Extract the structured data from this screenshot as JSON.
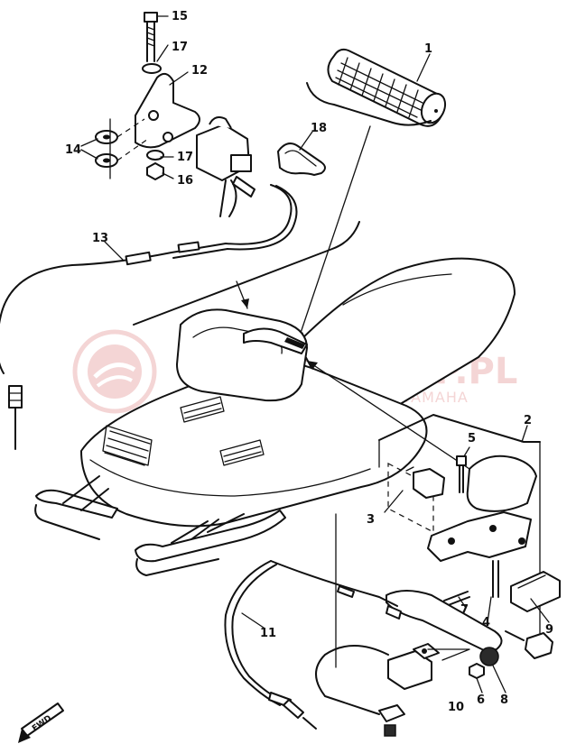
{
  "diagram": {
    "labels": [
      {
        "key": "1",
        "text": "1"
      },
      {
        "key": "2",
        "text": "2"
      },
      {
        "key": "3",
        "text": "3"
      },
      {
        "key": "4",
        "text": "4"
      },
      {
        "key": "5",
        "text": "5"
      },
      {
        "key": "6",
        "text": "6"
      },
      {
        "key": "7",
        "text": "7"
      },
      {
        "key": "8",
        "text": "8"
      },
      {
        "key": "9",
        "text": "9"
      },
      {
        "key": "10",
        "text": "10"
      },
      {
        "key": "11",
        "text": "11"
      },
      {
        "key": "12",
        "text": "12"
      },
      {
        "key": "13",
        "text": "13"
      },
      {
        "key": "14",
        "text": "14"
      },
      {
        "key": "15",
        "text": "15"
      },
      {
        "key": "16",
        "text": "16"
      },
      {
        "key": "17a",
        "text": "17"
      },
      {
        "key": "17b",
        "text": "17"
      },
      {
        "key": "18",
        "text": "18"
      }
    ],
    "fwd_marker": "FWD",
    "watermark": {
      "title": "CZESCISKLEP.PL",
      "subtitle": "WEBSITE OFFICIAL DEALER YAMAHA",
      "color": "#e7a3a3"
    }
  }
}
